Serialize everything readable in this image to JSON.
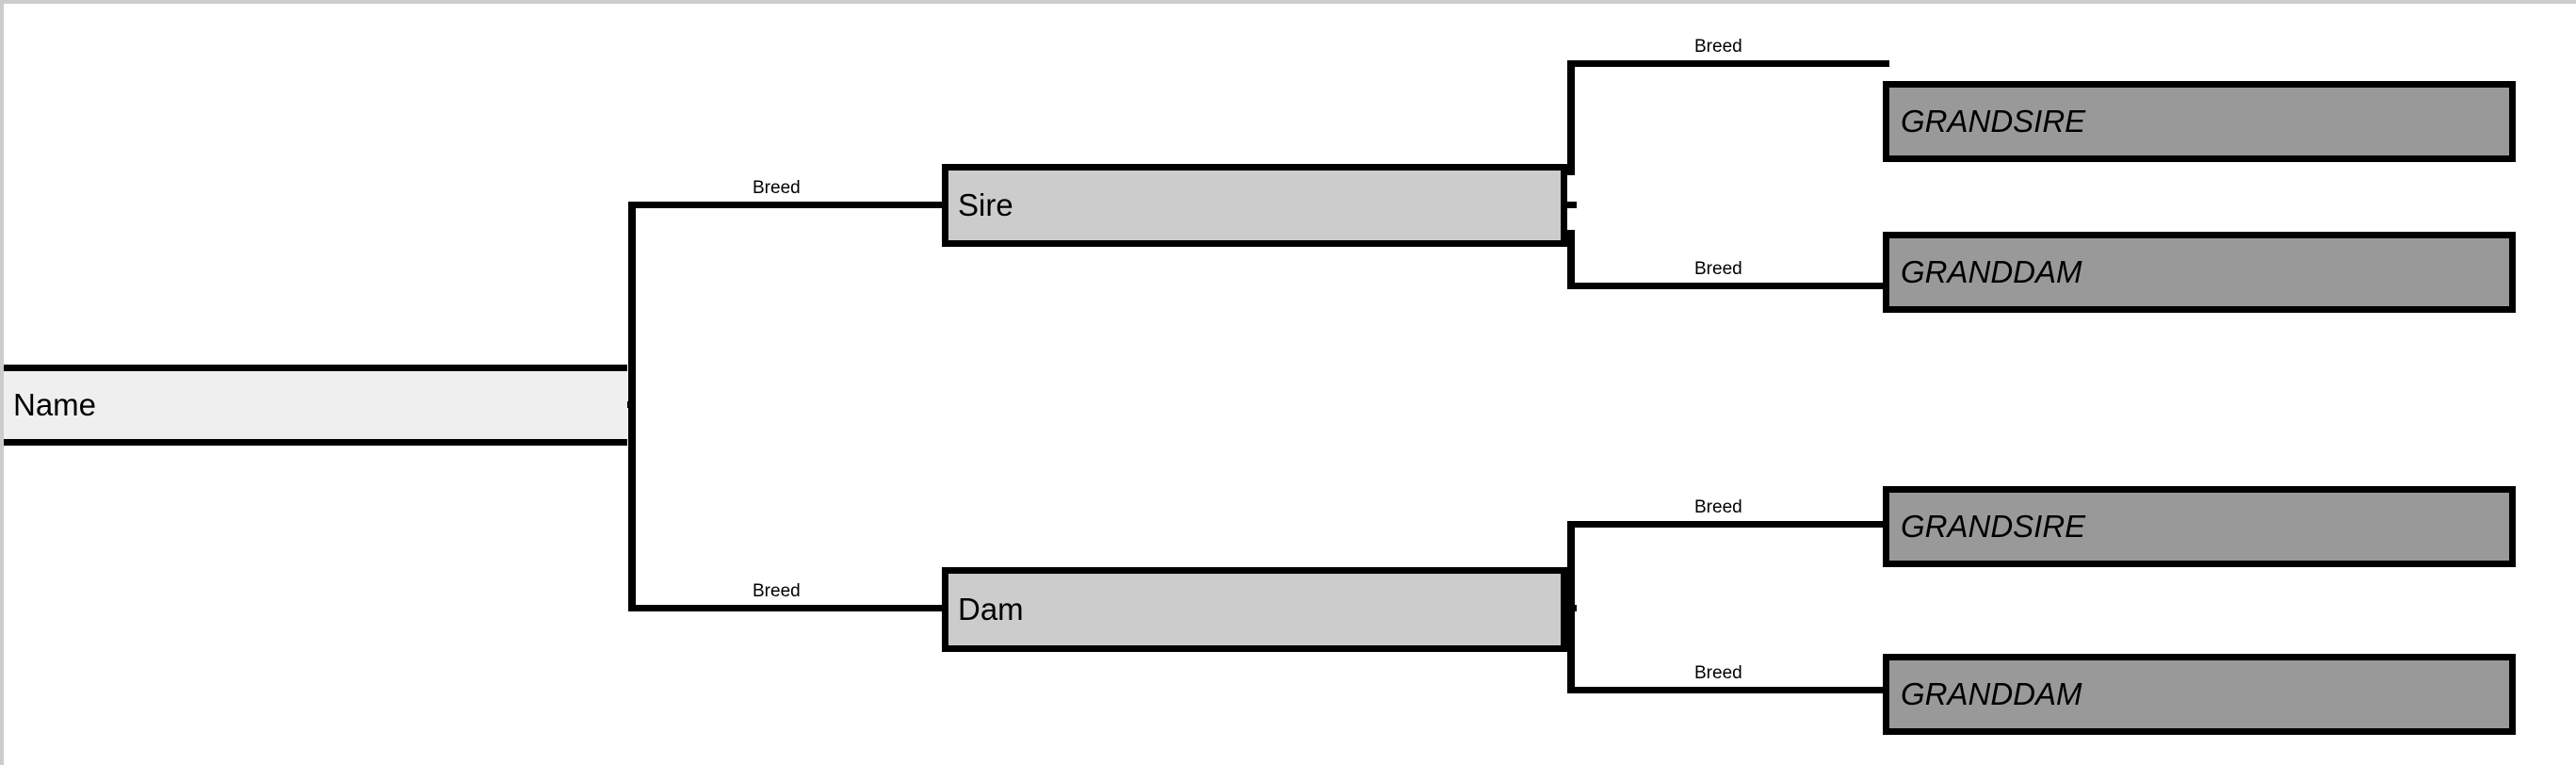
{
  "chart_data": {
    "type": "diagram",
    "diagram_kind": "pedigree-tree",
    "title": "",
    "generations": 3,
    "orientation": "left-to-right",
    "nodes": [
      {
        "id": "subject",
        "label": "Name",
        "generation": 0,
        "tier": "subject"
      },
      {
        "id": "sire",
        "label": "Sire",
        "generation": 1,
        "tier": "parent"
      },
      {
        "id": "dam",
        "label": "Dam",
        "generation": 1,
        "tier": "parent"
      },
      {
        "id": "sire-sire",
        "label": "GRANDSIRE",
        "generation": 2,
        "tier": "grandparent"
      },
      {
        "id": "sire-dam",
        "label": "GRANDDAM",
        "generation": 2,
        "tier": "grandparent"
      },
      {
        "id": "dam-sire",
        "label": "GRANDSIRE",
        "generation": 2,
        "tier": "grandparent"
      },
      {
        "id": "dam-dam",
        "label": "GRANDDAM",
        "generation": 2,
        "tier": "grandparent"
      }
    ],
    "edge_labels": [
      "Breed",
      "Breed",
      "Breed",
      "Breed",
      "Breed",
      "Breed"
    ],
    "colors": {
      "subject_fill": "#efefef",
      "parent_fill": "#cccccc",
      "grandparent_fill": "#999999",
      "line": "#000000",
      "canvas": "#ffffff",
      "canvas_border": "#cccccc"
    }
  },
  "subject": {
    "name": "Name"
  },
  "parents": {
    "sire": {
      "label": "Sire",
      "breed": "Breed"
    },
    "dam": {
      "label": "Dam",
      "breed": "Breed"
    }
  },
  "grandparents": {
    "sire_sire": {
      "label": "GRANDSIRE",
      "breed": "Breed"
    },
    "sire_dam": {
      "label": "GRANDDAM",
      "breed": "Breed"
    },
    "dam_sire": {
      "label": "GRANDSIRE",
      "breed": "Breed"
    },
    "dam_dam": {
      "label": "GRANDDAM",
      "breed": "Breed"
    }
  }
}
